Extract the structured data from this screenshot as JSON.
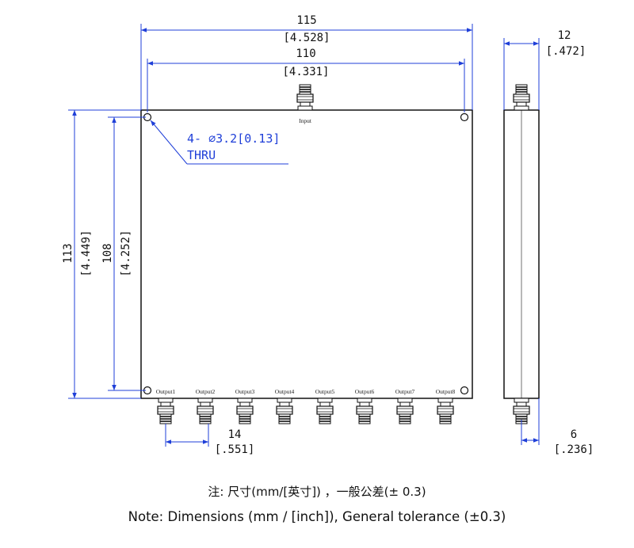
{
  "dimensions": {
    "overall_width": {
      "mm": "115",
      "inch": "[4.528]"
    },
    "hole_spacing_h": {
      "mm": "110",
      "inch": "[4.331]"
    },
    "overall_height": {
      "mm": "113",
      "inch": "[4.449]"
    },
    "hole_spacing_v": {
      "mm": "108",
      "inch": "[4.252]"
    },
    "thickness": {
      "mm": "12",
      "inch": "[.472]"
    },
    "port_pitch": {
      "mm": "14",
      "inch": "[.551]"
    },
    "connector_offset": {
      "mm": "6",
      "inch": "[.236]"
    }
  },
  "hole_callout": {
    "line1": "4- ⌀3.2[0.13]",
    "line2": "THRU"
  },
  "ports": {
    "input": "Input",
    "outputs": [
      "Output1",
      "Output2",
      "Output3",
      "Output4",
      "Output5",
      "Output6",
      "Output7",
      "Output8"
    ]
  },
  "notes": {
    "chinese": "注: 尺寸(mm/[英寸]) ，一般公差(± 0.3)",
    "english": "Note: Dimensions (mm / [inch]), General tolerance (±0.3)"
  },
  "colors": {
    "callout": "#1f3fd8",
    "line": "#111111",
    "dimension": "#1f3fd8"
  }
}
